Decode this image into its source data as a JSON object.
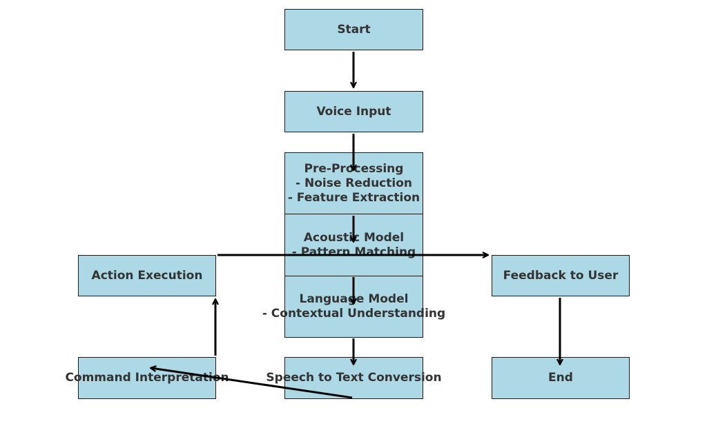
{
  "diagram": {
    "colors": {
      "node_fill": "#add8e6",
      "node_border": "#1a1a1a",
      "text": "#333333",
      "arrow": "#000000"
    },
    "nodes": {
      "start": {
        "lines": [
          "Start"
        ]
      },
      "voice_input": {
        "lines": [
          "Voice Input"
        ]
      },
      "pre_processing": {
        "lines": [
          "Pre-Processing",
          "- Noise Reduction",
          "- Feature Extraction"
        ]
      },
      "acoustic_model": {
        "lines": [
          "Acoustic Model",
          "- Pattern Matching"
        ]
      },
      "language_model": {
        "lines": [
          "Language Model",
          "- Contextual Understanding"
        ]
      },
      "speech_to_text": {
        "lines": [
          "Speech to Text Conversion"
        ]
      },
      "command_interpretation": {
        "lines": [
          "Command Interpretation"
        ]
      },
      "action_execution": {
        "lines": [
          "Action Execution"
        ]
      },
      "feedback_to_user": {
        "lines": [
          "Feedback to User"
        ]
      },
      "end": {
        "lines": [
          "End"
        ]
      }
    },
    "edges": [
      {
        "from": "start",
        "to": "voice_input"
      },
      {
        "from": "voice_input",
        "to": "pre_processing"
      },
      {
        "from": "pre_processing",
        "to": "acoustic_model"
      },
      {
        "from": "acoustic_model",
        "to": "language_model"
      },
      {
        "from": "language_model",
        "to": "speech_to_text"
      },
      {
        "from": "speech_to_text",
        "to": "command_interpretation"
      },
      {
        "from": "command_interpretation",
        "to": "action_execution"
      },
      {
        "from": "action_execution",
        "to": "feedback_to_user"
      },
      {
        "from": "feedback_to_user",
        "to": "end"
      }
    ]
  }
}
